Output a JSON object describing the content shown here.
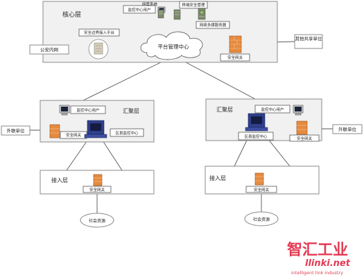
{
  "core": {
    "title": "核心层",
    "platform": "平台管理中心",
    "monitor_user": "监控中心用户",
    "network_system": "网管系统",
    "mobile_security": "移端安全管理",
    "video_server": "网络多媒服务器",
    "access_platform": "安全边界接入平台",
    "gateway": "安全网关"
  },
  "external": {
    "police_net": "公安内网",
    "shared_units": "其他共享单位",
    "outside_left": "外联单位",
    "outside_right": "外联单位"
  },
  "agg_left": {
    "title": "汇聚层",
    "monitor_user": "监控中心用户",
    "gateway": "安全网关",
    "center": "区县监控中心"
  },
  "agg_right": {
    "title": "汇聚层",
    "monitor_user": "监控中心用户",
    "center": "区县监控中心",
    "gateway": "安全网关"
  },
  "access_left": {
    "title": "接入层",
    "gateway": "安全网关",
    "social": "社会资源"
  },
  "access_right": {
    "title": "接入层",
    "gateway": "安全网关",
    "social": "社会资源"
  },
  "watermark": {
    "cn": "智汇工业",
    "url": "llinki.net",
    "tagline": "intelligent link industry"
  }
}
